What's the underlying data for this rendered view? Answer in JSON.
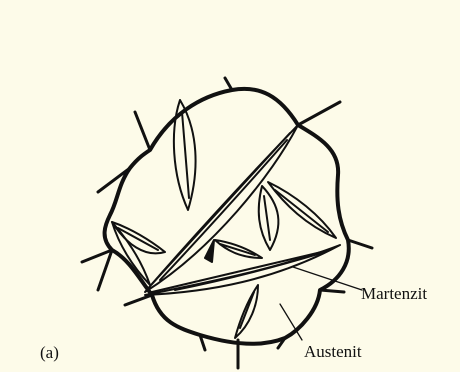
{
  "figure": {
    "sublabel": "(a)",
    "labels": {
      "martensite": "Martenzit",
      "austenite": "Austenit"
    },
    "line_color": "#111111",
    "background_color": "#fdfbe9"
  }
}
